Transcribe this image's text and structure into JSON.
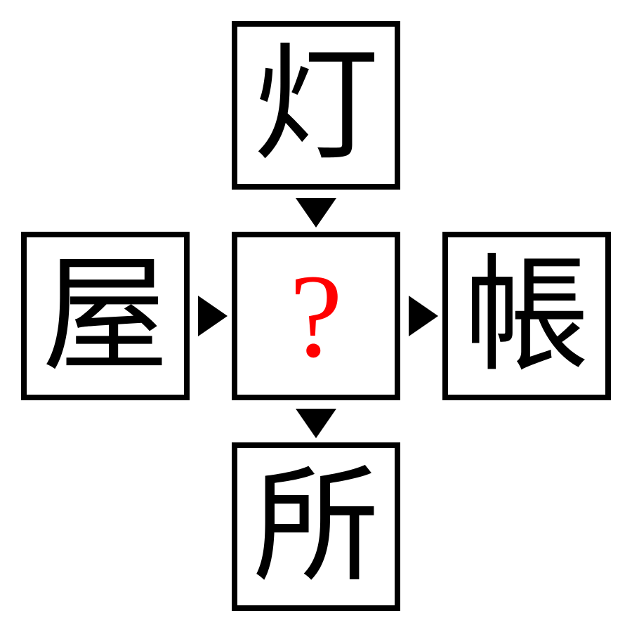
{
  "puzzle": {
    "top": "灯",
    "left": "屋",
    "center": "?",
    "right": "帳",
    "bottom": "所"
  },
  "colors": {
    "border": "#000000",
    "text": "#000000",
    "question": "#ff0000",
    "background": "#ffffff"
  },
  "icons": {
    "arrow_down": "triangle-down-icon",
    "arrow_right": "triangle-right-icon"
  }
}
